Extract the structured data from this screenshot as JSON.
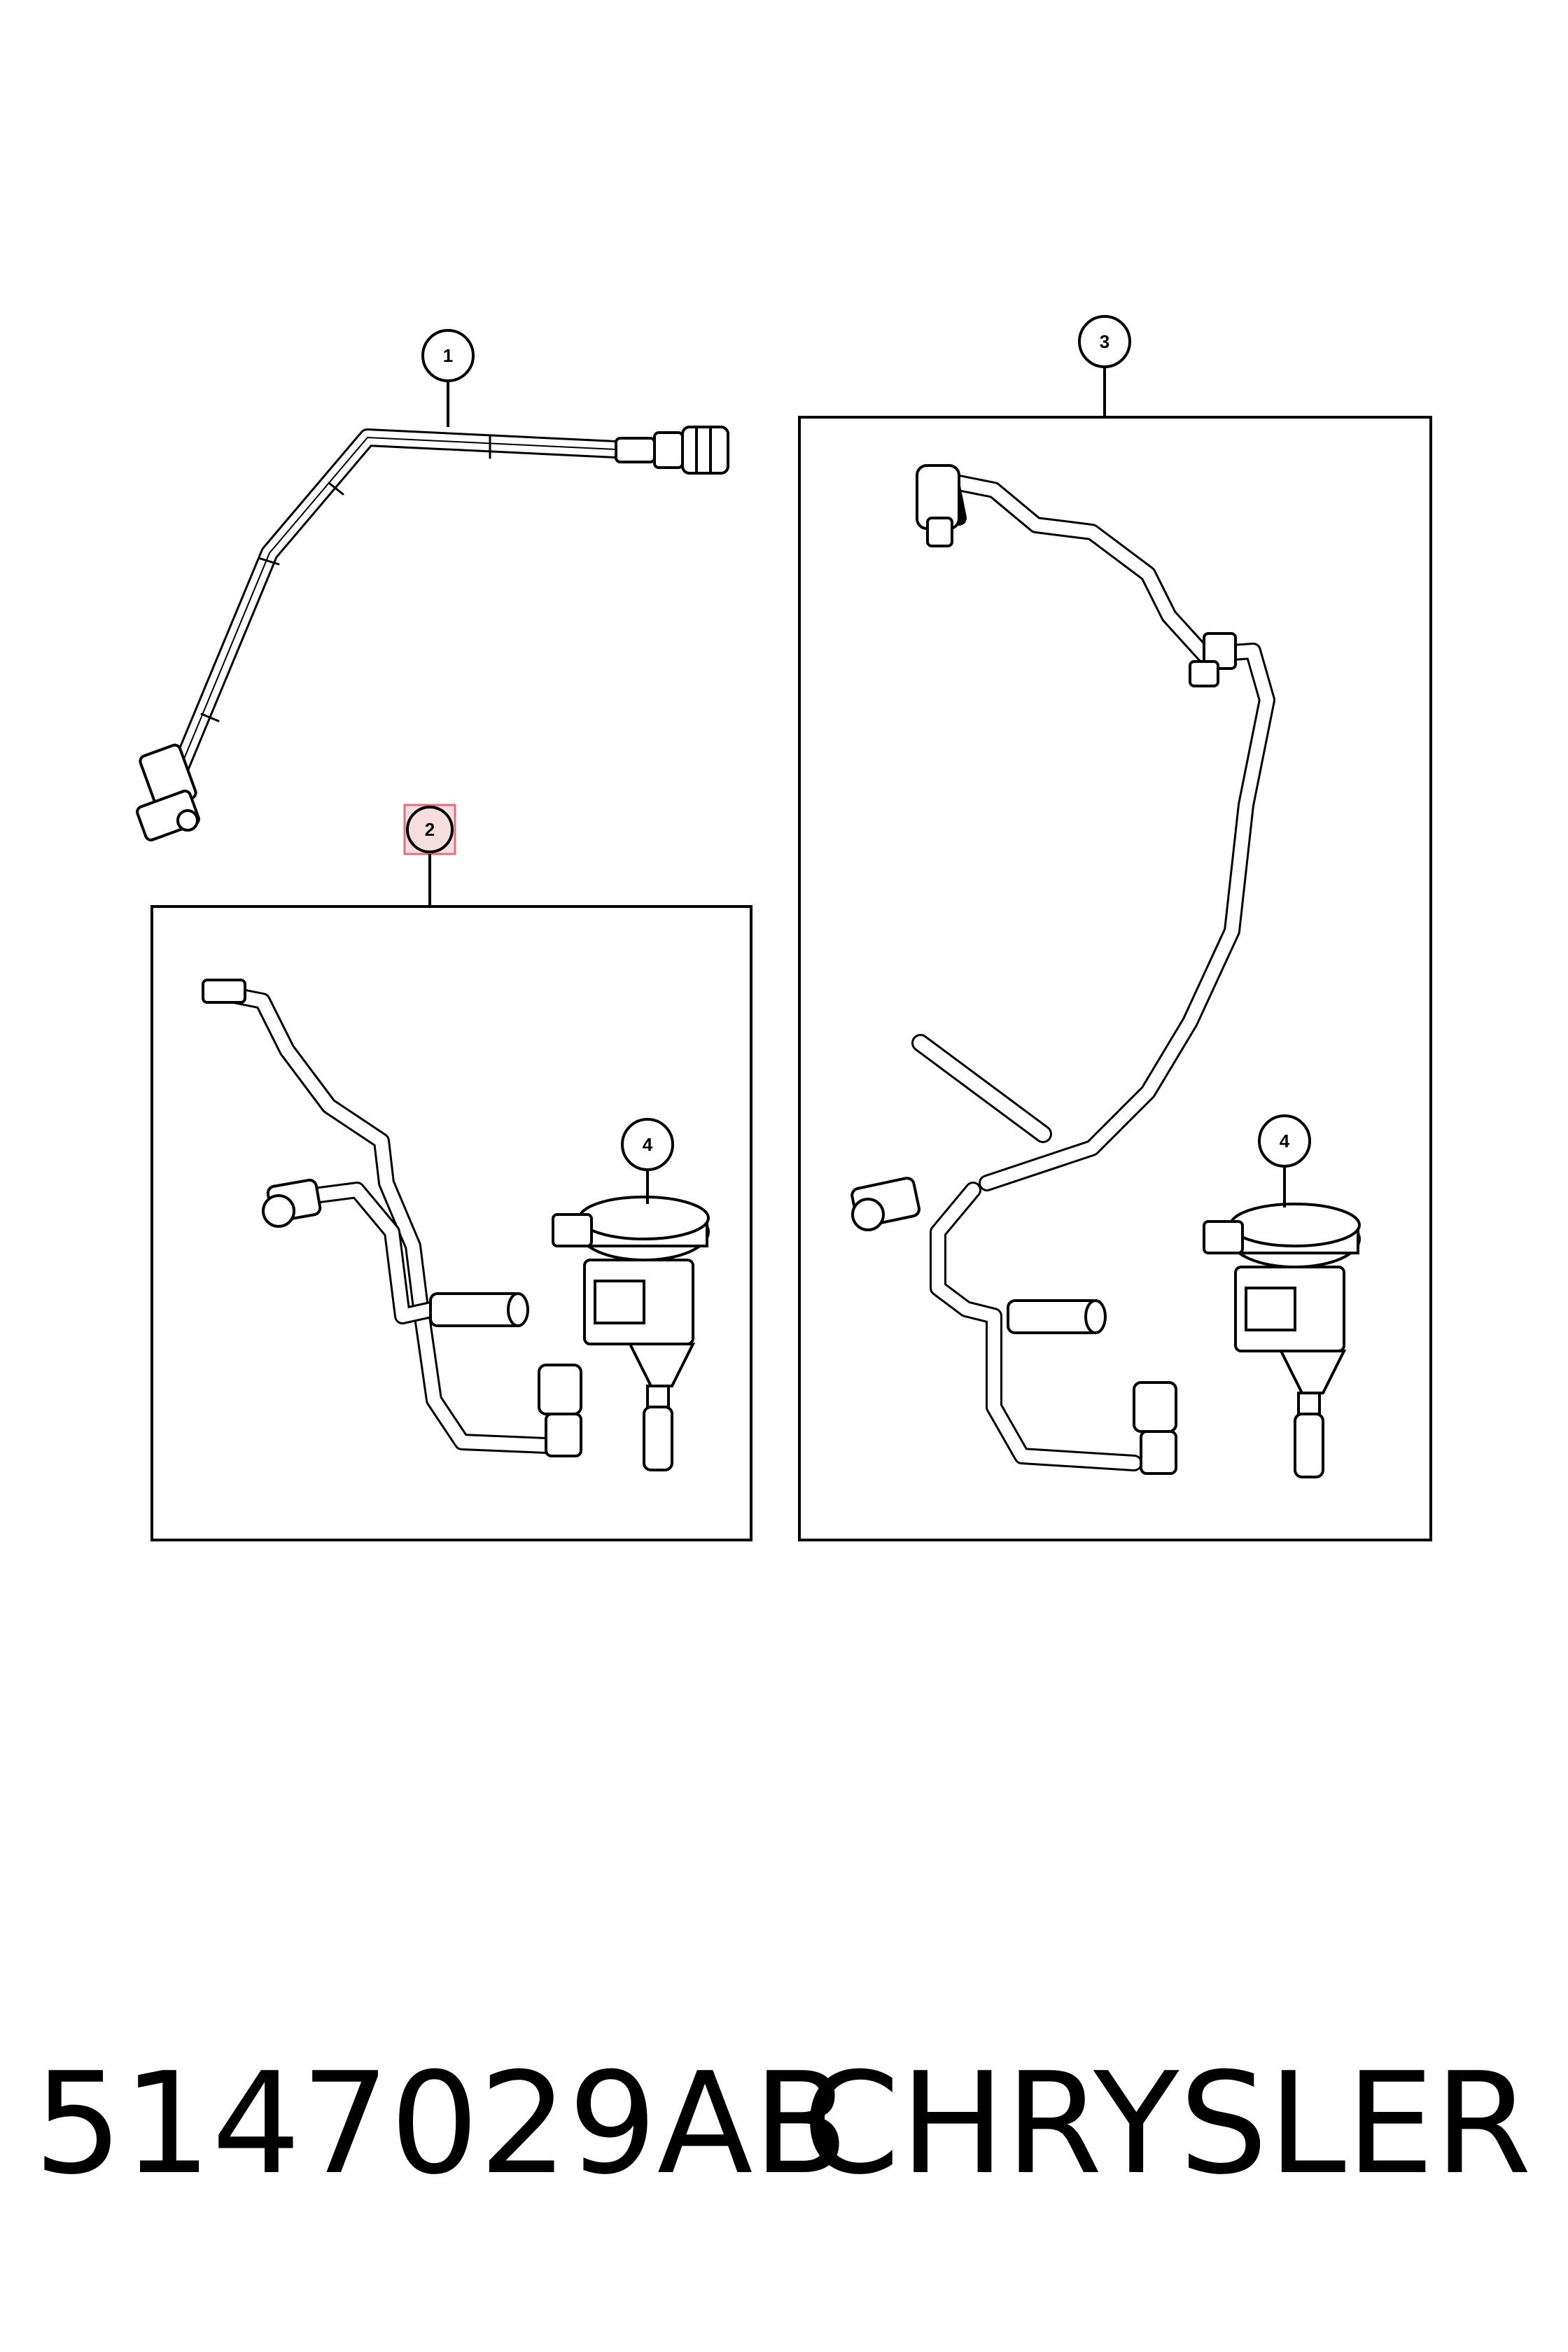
{
  "callouts": {
    "c1": "1",
    "c2": "2",
    "c3": "3",
    "c4a": "4",
    "c4b": "4"
  },
  "footer": {
    "part_number": "5147029AB",
    "brand": "CHRYSLER"
  },
  "colors": {
    "line": "#000000",
    "highlight_stroke": "#e0707a",
    "highlight_fill": "#f6dde0"
  }
}
